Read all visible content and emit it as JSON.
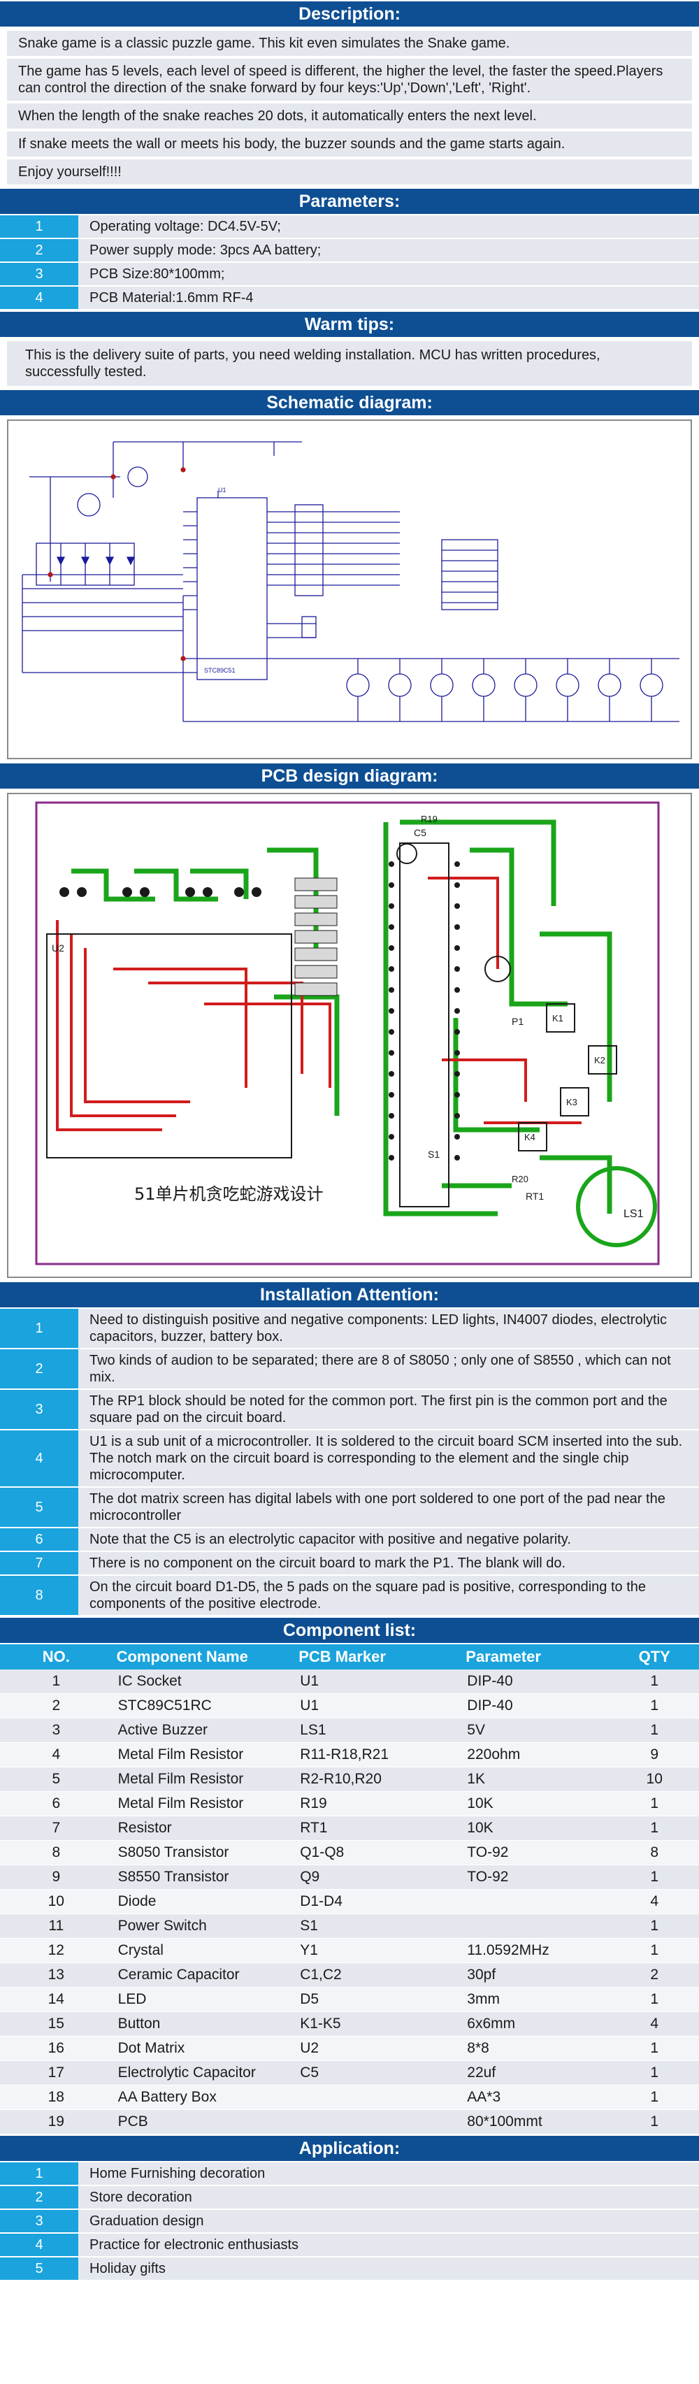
{
  "description": {
    "title": "Description:",
    "paragraphs": [
      "Snake game is a classic puzzle game. This kit even simulates the Snake game.",
      "The game has 5 levels, each level of speed is different, the higher the level, the faster the speed.Players can control the direction of the snake forward by four keys:'Up','Down','Left', 'Right'.",
      "When the length of the snake reaches 20 dots, it automatically enters the next level.",
      "If snake meets the wall or meets his body, the buzzer sounds and the game starts again.",
      "Enjoy yourself!!!!"
    ]
  },
  "parameters": {
    "title": "Parameters:",
    "items": [
      {
        "num": "1",
        "text": "Operating voltage: DC4.5V-5V;"
      },
      {
        "num": "2",
        "text": "Power supply mode: 3pcs AA battery;"
      },
      {
        "num": "3",
        "text": "PCB Size:80*100mm;"
      },
      {
        "num": "4",
        "text": "PCB Material:1.6mm RF-4"
      }
    ]
  },
  "warm_tips": {
    "title": "Warm tips:",
    "text": "This is the delivery suite of parts, you need welding installation. MCU has written procedures, successfully tested."
  },
  "schematic": {
    "title": "Schematic diagram:",
    "chip_label": "STC89C51",
    "chip_ref": "U1"
  },
  "pcb": {
    "title": "PCB design diagram:",
    "labels": {
      "ls1": "LS1",
      "rt1": "RT1",
      "c5": "C5",
      "p1": "P1",
      "s1": "S1",
      "k1": "K1",
      "k2": "K2",
      "k3": "K3",
      "k4": "K4",
      "u2": "U2",
      "r19": "R19",
      "r20": "R20"
    },
    "chinese_caption": "51单片机贪吃蛇游戏设计"
  },
  "installation": {
    "title": "Installation Attention:",
    "items": [
      {
        "num": "1",
        "text": "Need to distinguish positive and negative components: LED lights, IN4007 diodes, electrolytic capacitors, buzzer, battery box."
      },
      {
        "num": "2",
        "text": "Two kinds of audion to be separated; there are 8 of S8050 ; only one of S8550 , which can not mix."
      },
      {
        "num": "3",
        "text": "The RP1 block should be noted for the common port. The first pin is the common port and the square pad on the circuit board."
      },
      {
        "num": "4",
        "text": "U1 is a sub unit of a microcontroller. It is soldered to the circuit board SCM inserted into the sub. The notch mark on the circuit board is corresponding to the element and the single chip microcomputer."
      },
      {
        "num": "5",
        "text": "The dot matrix screen has digital labels with one port soldered to one port of the pad near the microcontroller"
      },
      {
        "num": "6",
        "text": "Note that the C5 is an electrolytic capacitor with positive and negative polarity."
      },
      {
        "num": "7",
        "text": "There is no component on the circuit board to mark the P1. The blank will do."
      },
      {
        "num": "8",
        "text": "On the circuit board D1-D5, the 5 pads on the square pad is positive, corresponding to the components of the positive electrode."
      }
    ]
  },
  "components": {
    "title": "Component list:",
    "headers": {
      "no": "NO.",
      "name": "Component Name",
      "marker": "PCB Marker",
      "param": "Parameter",
      "qty": "QTY"
    },
    "rows": [
      {
        "no": "1",
        "name": "IC Socket",
        "marker": "U1",
        "param": "DIP-40",
        "qty": "1"
      },
      {
        "no": "2",
        "name": "STC89C51RC",
        "marker": "U1",
        "param": "DIP-40",
        "qty": "1"
      },
      {
        "no": "3",
        "name": "Active Buzzer",
        "marker": "LS1",
        "param": "5V",
        "qty": "1"
      },
      {
        "no": "4",
        "name": "Metal Film Resistor",
        "marker": "R11-R18,R21",
        "param": "220ohm",
        "qty": "9"
      },
      {
        "no": "5",
        "name": "Metal Film Resistor",
        "marker": "R2-R10,R20",
        "param": "1K",
        "qty": "10"
      },
      {
        "no": "6",
        "name": "Metal Film Resistor",
        "marker": "R19",
        "param": "10K",
        "qty": "1"
      },
      {
        "no": "7",
        "name": "Resistor",
        "marker": "RT1",
        "param": "10K",
        "qty": "1"
      },
      {
        "no": "8",
        "name": "S8050 Transistor",
        "marker": "Q1-Q8",
        "param": "TO-92",
        "qty": "8"
      },
      {
        "no": "9",
        "name": "S8550 Transistor",
        "marker": "Q9",
        "param": "TO-92",
        "qty": "1"
      },
      {
        "no": "10",
        "name": "Diode",
        "marker": "D1-D4",
        "param": "",
        "qty": "4"
      },
      {
        "no": "11",
        "name": "Power Switch",
        "marker": "S1",
        "param": "",
        "qty": "1"
      },
      {
        "no": "12",
        "name": "Crystal",
        "marker": "Y1",
        "param": "11.0592MHz",
        "qty": "1"
      },
      {
        "no": "13",
        "name": "Ceramic Capacitor",
        "marker": "C1,C2",
        "param": "30pf",
        "qty": "2"
      },
      {
        "no": "14",
        "name": "LED",
        "marker": "D5",
        "param": "3mm",
        "qty": "1"
      },
      {
        "no": "15",
        "name": "Button",
        "marker": "K1-K5",
        "param": "6x6mm",
        "qty": "4"
      },
      {
        "no": "16",
        "name": "Dot Matrix",
        "marker": "U2",
        "param": "8*8",
        "qty": "1"
      },
      {
        "no": "17",
        "name": "Electrolytic Capacitor",
        "marker": "C5",
        "param": "22uf",
        "qty": "1"
      },
      {
        "no": "18",
        "name": "AA Battery Box",
        "marker": "",
        "param": "AA*3",
        "qty": "1"
      },
      {
        "no": "19",
        "name": "PCB",
        "marker": "",
        "param": "80*100mmt",
        "qty": "1"
      }
    ]
  },
  "application": {
    "title": "Application:",
    "items": [
      {
        "num": "1",
        "text": "Home Furnishing decoration"
      },
      {
        "num": "2",
        "text": "Store decoration"
      },
      {
        "num": "3",
        "text": "Graduation design"
      },
      {
        "num": "4",
        "text": "Practice for electronic enthusiasts"
      },
      {
        "num": "5",
        "text": "Holiday gifts"
      }
    ]
  },
  "colors": {
    "header_bg": "#0e4f93",
    "accent": "#1aa3dd",
    "row_bg": "#e4e8ee"
  }
}
